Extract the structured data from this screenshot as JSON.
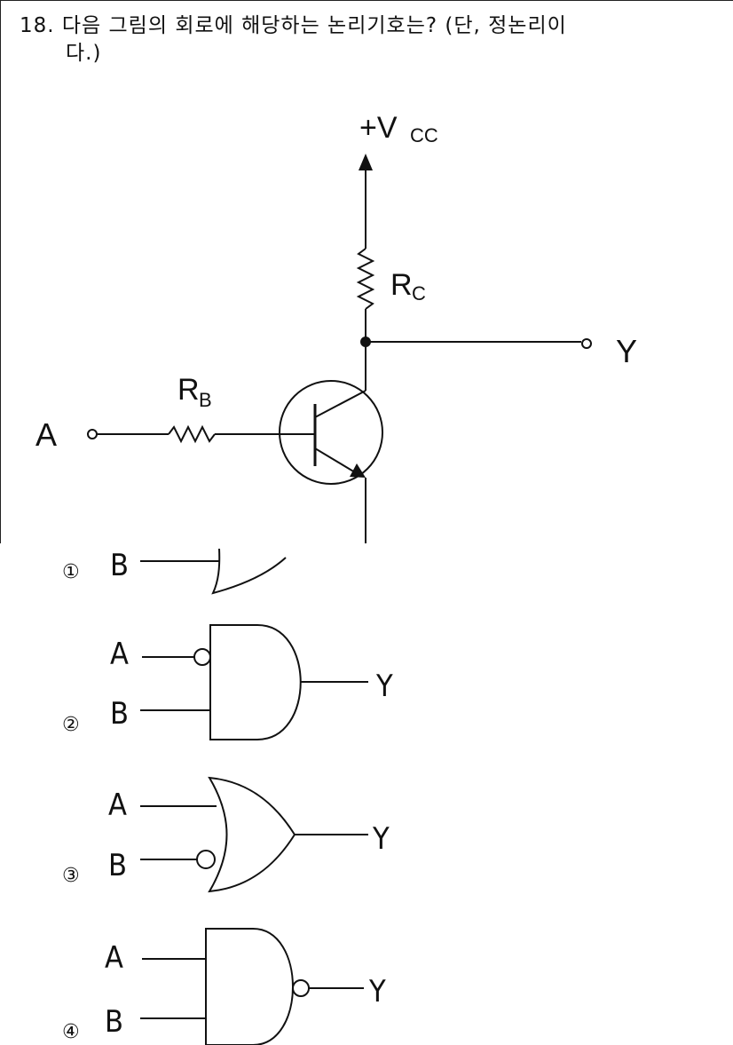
{
  "question": {
    "number": "18.",
    "text_line1": "다음 그림의 회로에 해당하는 논리기호는? (단, 정논리이",
    "text_line2": "다.)"
  },
  "circuit": {
    "vcc_label": "+V",
    "vcc_sub": "CC",
    "rc_label": "R",
    "rc_sub": "C",
    "rb_label": "R",
    "rb_sub": "B",
    "input_label": "A",
    "output_label": "Y"
  },
  "choices": [
    {
      "marker": "①",
      "inputs": [
        "B"
      ],
      "output": ""
    },
    {
      "marker": "②",
      "inputs": [
        "A",
        "B"
      ],
      "output": "Y"
    },
    {
      "marker": "③",
      "inputs": [
        "A",
        "B"
      ],
      "output": "Y"
    },
    {
      "marker": "④",
      "inputs": [
        "A",
        "B"
      ],
      "output": "Y"
    }
  ]
}
